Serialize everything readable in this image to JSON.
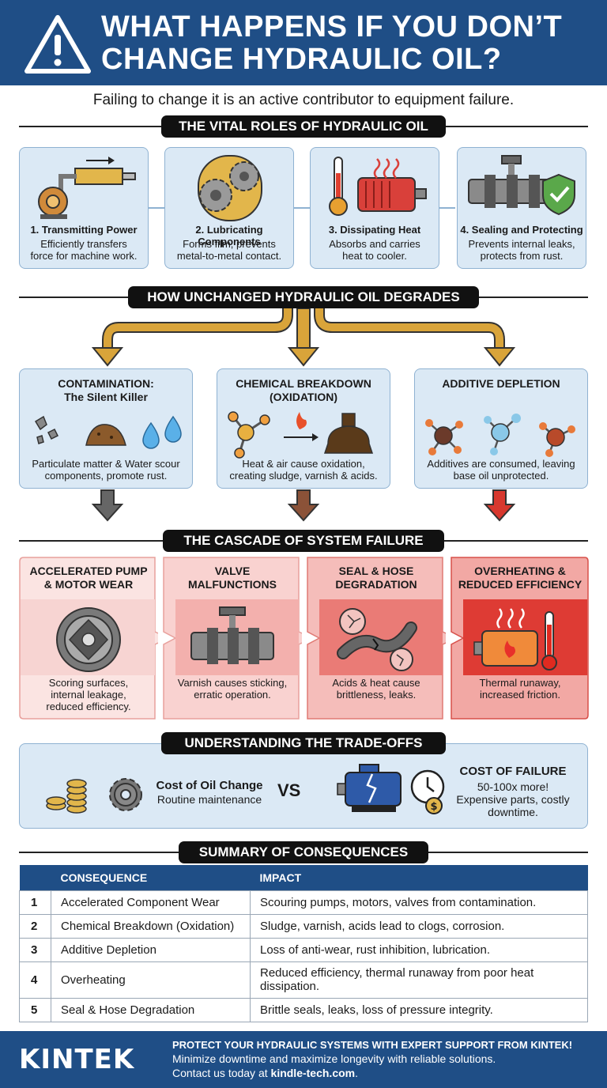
{
  "header": {
    "title": "What happens if you don’t change hydraulic oil?",
    "subtitle": "Failing to change it is an active contributor to equipment failure."
  },
  "sections": {
    "roles": "THE VITAL ROLES OF HYDRAULIC OIL",
    "degrades": "HOW UNCHANGED HYDRAULIC OIL DEGRADES",
    "cascade": "THE CASCADE OF SYSTEM FAILURE",
    "tradeoffs": "UNDERSTANDING THE TRADE-OFFS",
    "summary": "SUMMARY OF CONSEQUENCES"
  },
  "roles": [
    {
      "title": "1. Transmitting Power",
      "desc1": "Efficiently transfers",
      "desc2": "force for machine work.",
      "icon": "hydraulic-cylinder-icon"
    },
    {
      "title": "2. Lubricating Components",
      "desc1": "Forms film, prevents",
      "desc2": "metal-to-metal contact.",
      "icon": "gears-icon"
    },
    {
      "title": "3. Dissipating Heat",
      "desc1": "Absorbs and carries",
      "desc2": "heat to cooler.",
      "icon": "thermometer-motor-icon"
    },
    {
      "title": "4. Sealing and Protecting",
      "desc1": "Prevents internal leaks,",
      "desc2": "protects from rust.",
      "icon": "valve-shield-icon"
    }
  ],
  "degrades": [
    {
      "title1": "CONTAMINATION:",
      "title2": "The Silent Killer",
      "desc1": "Particulate matter & Water scour",
      "desc2": "components, promote rust.",
      "icon": "contaminants-icon"
    },
    {
      "title1": "CHEMICAL BREAKDOWN",
      "title2": "(OXIDATION)",
      "desc1": "Heat & air cause oxidation,",
      "desc2": "creating sludge, varnish & acids.",
      "icon": "oxidation-icon"
    },
    {
      "title1": "ADDITIVE DEPLETION",
      "title2": "",
      "desc1": "Additives are consumed, leaving",
      "desc2": "base oil unprotected.",
      "icon": "molecules-icon"
    }
  ],
  "failures": [
    {
      "title1": "ACCELERATED PUMP",
      "title2": "& MOTOR WEAR",
      "desc1": "Scoring surfaces,",
      "desc2": "internal leakage,",
      "desc3": "reduced efficiency.",
      "icon": "pump-icon",
      "color": "#f7d4d2"
    },
    {
      "title1": "VALVE",
      "title2": "MALFUNCTIONS",
      "desc1": "Varnish causes sticking,",
      "desc2": "erratic operation.",
      "desc3": "",
      "icon": "valve-icon",
      "color": "#f3b0ad"
    },
    {
      "title1": "SEAL & HOSE",
      "title2": "DEGRADATION",
      "desc1": "Acids & heat cause",
      "desc2": "brittleness, leaks.",
      "desc3": "",
      "icon": "cracked-hose-icon",
      "color": "#ea7b76"
    },
    {
      "title1": "OVERHEATING &",
      "title2": "REDUCED EFFICIENCY",
      "desc1": "Thermal runaway,",
      "desc2": "increased friction.",
      "desc3": "",
      "icon": "overheating-motor-icon",
      "color": "#de3b34"
    }
  ],
  "tradeoffs": {
    "left_title": "Cost of Oil Change",
    "left_desc": "Routine maintenance",
    "vs": "VS",
    "right_title": "COST OF FAILURE",
    "right_desc1": "50-100x more!",
    "right_desc2": "Expensive parts, costly",
    "right_desc3": "downtime."
  },
  "table": {
    "headers": [
      "",
      "CONSEQUENCE",
      "IMPACT"
    ],
    "rows": [
      {
        "num": "1",
        "consequence": "Accelerated Component Wear",
        "impact": "Scouring pumps, motors, valves from contamination."
      },
      {
        "num": "2",
        "consequence": "Chemical Breakdown (Oxidation)",
        "impact": "Sludge, varnish, acids lead to clogs, corrosion."
      },
      {
        "num": "3",
        "consequence": "Additive Depletion",
        "impact": "Loss of anti-wear, rust inhibition, lubrication."
      },
      {
        "num": "4",
        "consequence": "Overheating",
        "impact": "Reduced efficiency, thermal runaway from poor heat dissipation."
      },
      {
        "num": "5",
        "consequence": "Seal & Hose Degradation",
        "impact": "Brittle seals, leaks, loss of pressure integrity."
      }
    ]
  },
  "footer": {
    "logo": "KINTEK",
    "line1": "PROTECT YOUR HYDRAULIC SYSTEMS WITH EXPERT SUPPORT FROM KINTEK!",
    "line2": "Minimize downtime and maximize longevity with reliable solutions.",
    "line3_prefix": "Contact us today at ",
    "line3_link": "kindle-tech.com",
    "line3_suffix": "."
  },
  "colors": {
    "brand_blue": "#1f4e86",
    "card_blue": "#dbe9f5",
    "arrow_gold": "#d9a43a"
  }
}
